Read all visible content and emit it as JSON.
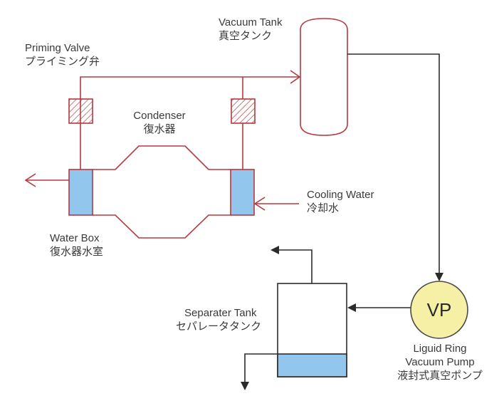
{
  "diagram": {
    "title": "Condenser vacuum priming system",
    "colors": {
      "red_line": "#b5393f",
      "black_line": "#2b2b2b",
      "water_fill": "#93c6ec",
      "pump_fill": "#f6f0a6",
      "text": "#3a3a3a"
    },
    "labels": {
      "priming_valve": {
        "en": "Priming Valve",
        "jp": "プライミング弁"
      },
      "vacuum_tank": {
        "en": "Vacuum Tank",
        "jp": "真空タンク"
      },
      "condenser": {
        "en": "Condenser",
        "jp": "復水器"
      },
      "cooling_water": {
        "en": "Cooling Water",
        "jp": "冷却水"
      },
      "water_box": {
        "en": "Water Box",
        "jp": "復水器水室"
      },
      "separator_tank": {
        "en": "Separater Tank",
        "jp": "セパレータタンク"
      },
      "vacuum_pump": {
        "en_line1": "Liguid Ring",
        "en_line2": "Vacuum Pump",
        "jp": "液封式真空ポンプ",
        "symbol": "VP"
      }
    },
    "flows": [
      {
        "from": "priming_valves",
        "to": "vacuum_tank",
        "line": "red"
      },
      {
        "from": "vacuum_tank",
        "to": "vacuum_pump",
        "line": "black"
      },
      {
        "from": "vacuum_pump",
        "to": "separator_tank",
        "line": "black"
      },
      {
        "from": "separator_tank",
        "to": "vent_out",
        "line": "black"
      },
      {
        "from": "separator_tank",
        "to": "drain_out",
        "line": "black"
      },
      {
        "from": "cooling_water_in",
        "to": "right_water_box",
        "line": "red"
      },
      {
        "from": "left_water_box",
        "to": "outlet",
        "line": "red"
      }
    ]
  }
}
